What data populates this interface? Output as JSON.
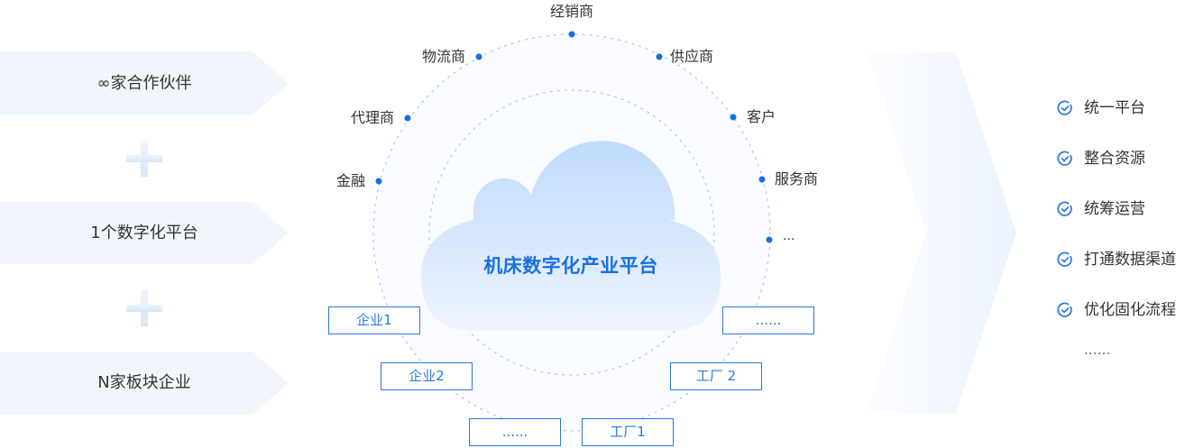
{
  "left_column": {
    "items": [
      {
        "label": "∞家合作伙伴"
      },
      {
        "label": "1个数字化平台"
      },
      {
        "label": "N家板块企业"
      }
    ],
    "separator_icon": "plus-icon"
  },
  "center": {
    "platform_title": "机床数字化产业平台",
    "platform_icon": "cloud-icon",
    "ring_nodes": [
      {
        "label": "经销商"
      },
      {
        "label": "物流商"
      },
      {
        "label": "代理商"
      },
      {
        "label": "金融"
      },
      {
        "label": "供应商"
      },
      {
        "label": "客户"
      },
      {
        "label": "服务商"
      },
      {
        "label": "..."
      }
    ],
    "boxes": [
      {
        "label": "企业1"
      },
      {
        "label": "企业2"
      },
      {
        "label": "......"
      },
      {
        "label": "工厂1"
      },
      {
        "label": "工厂 2"
      },
      {
        "label": "......"
      }
    ]
  },
  "right_column": {
    "items": [
      {
        "label": "统一平台",
        "icon": "check-circle-icon"
      },
      {
        "label": "整合资源",
        "icon": "check-circle-icon"
      },
      {
        "label": "统筹运营",
        "icon": "check-circle-icon"
      },
      {
        "label": "打通数据渠道",
        "icon": "check-circle-icon"
      },
      {
        "label": "优化固化流程",
        "icon": "check-circle-icon"
      }
    ],
    "more": "......"
  },
  "colors": {
    "accent": "#1a6fe0",
    "box_border": "#2a78de",
    "band_fill": "#f1f6fd",
    "ring_stroke": "#a9c9f3",
    "text": "#333333"
  }
}
